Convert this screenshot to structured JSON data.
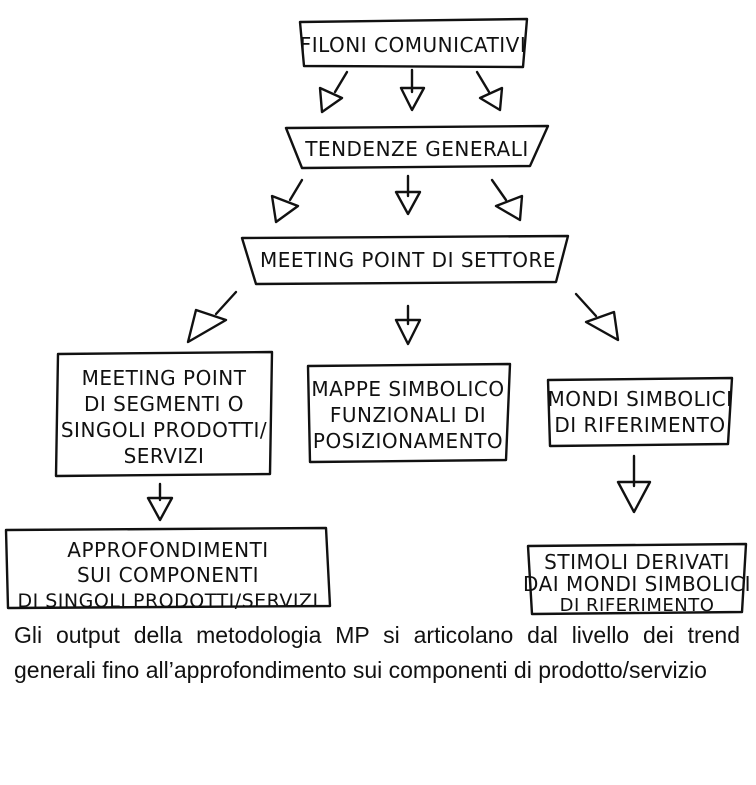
{
  "diagram": {
    "nodes": {
      "filoni": {
        "lines": [
          "FILONI COMUNICATIVI"
        ]
      },
      "tendenze": {
        "lines": [
          "TENDENZE GENERALI"
        ]
      },
      "meeting_settore": {
        "lines": [
          "MEETING POINT DI SETTORE"
        ]
      },
      "meeting_segmenti": {
        "lines": [
          "MEETING POINT",
          "DI SEGMENTI O",
          "SINGOLI PRODOTTI/",
          "SERVIZI"
        ]
      },
      "mappe": {
        "lines": [
          "MAPPE SIMBOLICO",
          "FUNZIONALI DI",
          "POSIZIONAMENTO"
        ]
      },
      "mondi": {
        "lines": [
          "MONDI SIMBOLICI",
          "DI RIFERIMENTO"
        ]
      },
      "approfondimenti": {
        "lines": [
          "APPROFONDIMENTI",
          "SUI COMPONENTI",
          "DI SINGOLI PRODOTTI/SERVIZI"
        ]
      },
      "stimoli": {
        "lines": [
          "STIMOLI DERIVATI",
          "DAI MONDI SIMBOLICI",
          "DI RIFERIMENTO"
        ]
      }
    },
    "arrow_style": "hand-drawn-trowel"
  },
  "caption": "Gli output della metodologia MP si articolano dal livello dei trend generali fino all’approfondimento sui componenti di prodotto/servizio"
}
